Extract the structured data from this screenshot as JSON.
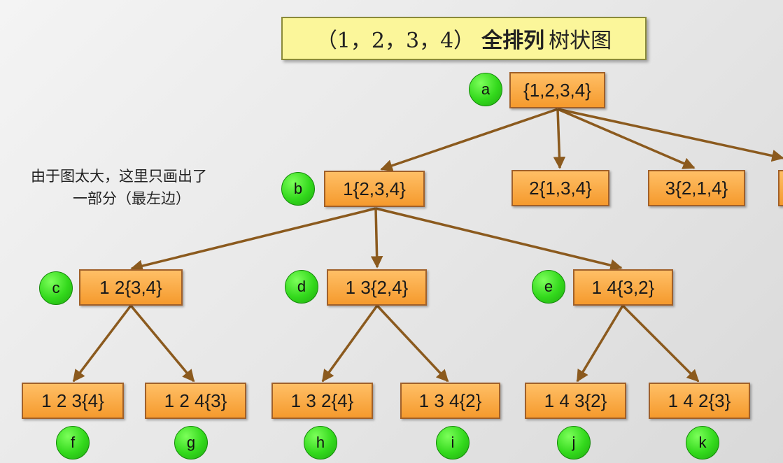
{
  "title": {
    "prefix": "（1，2，3，4）",
    "bold": "全排列",
    "suffix": "树状图"
  },
  "note": {
    "line1": "由于图太大，这里只画出了",
    "line2": "一部分（最左边）"
  },
  "nodes": {
    "a": {
      "text": "{1,2,3,4}",
      "label": "a"
    },
    "b": {
      "text": "1{2,3,4}",
      "label": "b"
    },
    "n2": {
      "text": "2{1,3,4}"
    },
    "n3": {
      "text": "3{2,1,4}"
    },
    "c": {
      "text": "1 2{3,4}",
      "label": "c"
    },
    "d": {
      "text": "1 3{2,4}",
      "label": "d"
    },
    "e": {
      "text": "1 4{3,2}",
      "label": "e"
    },
    "f": {
      "text": "1 2 3{4}",
      "label": "f"
    },
    "g": {
      "text": "1 2 4{3}",
      "label": "g"
    },
    "h": {
      "text": "1 3 2{4}",
      "label": "h"
    },
    "i": {
      "text": "1 3 4{2}",
      "label": "i"
    },
    "j": {
      "text": "1 4 3{2}",
      "label": "j"
    },
    "k": {
      "text": "1 4 2{3}",
      "label": "k"
    }
  },
  "colors": {
    "edge": "#8b5a1e",
    "node": "#f5a23c",
    "circle": "#33d91c",
    "title_bg": "#fbf69a"
  }
}
